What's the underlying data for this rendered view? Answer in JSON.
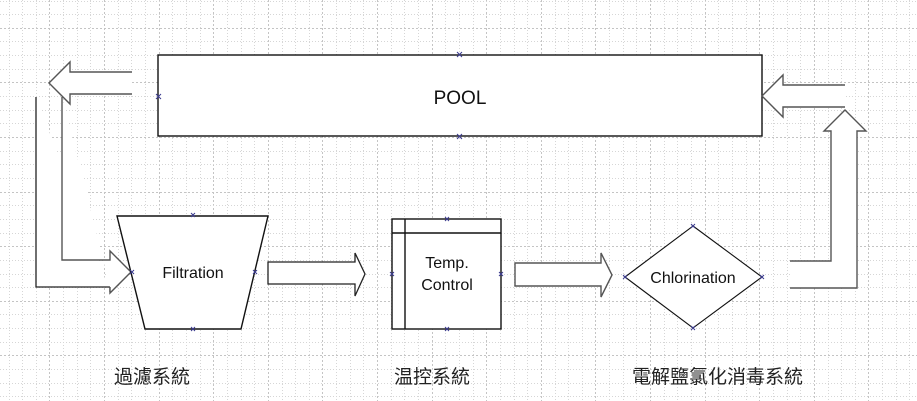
{
  "diagram": {
    "nodes": {
      "pool": {
        "label": "POOL",
        "shape": "rectangle"
      },
      "filtration": {
        "label": "Filtration",
        "shape": "trapezoid"
      },
      "temp_control": {
        "label_line1": "Temp.",
        "label_line2": "Control",
        "shape": "internal-storage"
      },
      "chlorination": {
        "label": "Chlorination",
        "shape": "diamond"
      }
    },
    "captions": {
      "filtration_system": "過濾系統",
      "temperature_system": "温控系統",
      "chlorination_system": "電解鹽氯化消毒系統"
    },
    "edges": [
      {
        "from": "pool",
        "to": "filtration",
        "style": "block-arrow-elbow"
      },
      {
        "from": "filtration",
        "to": "temp_control",
        "style": "block-arrow"
      },
      {
        "from": "temp_control",
        "to": "chlorination",
        "style": "block-arrow"
      },
      {
        "from": "chlorination",
        "to": "pool",
        "style": "block-arrow-elbow"
      }
    ],
    "colors": {
      "background": "#ffffff",
      "shape_stroke": "#111111",
      "arrow_stroke": "#555555",
      "grid": "#d0d0d0",
      "connection_handle": "#3b3b8f"
    }
  }
}
